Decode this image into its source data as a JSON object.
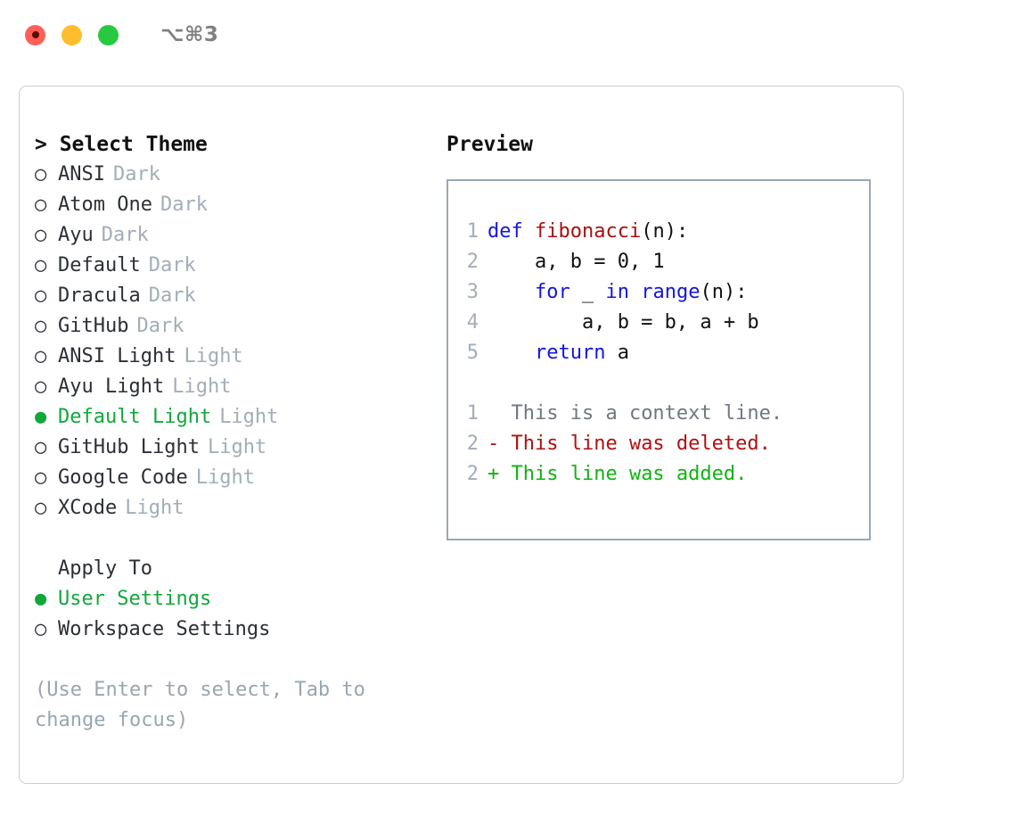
{
  "titlebar": {
    "shortcut": "⌥⌘3",
    "buttons": [
      {
        "name": "close",
        "color": "#ff5f57"
      },
      {
        "name": "minimize",
        "color": "#ffbd2e"
      },
      {
        "name": "maximize",
        "color": "#28c840"
      }
    ]
  },
  "theme_picker": {
    "prompt": "> ",
    "header": "Select Theme",
    "selected_theme": "Default Light",
    "items": [
      {
        "label": "ANSI",
        "tag": "Dark",
        "selected": false
      },
      {
        "label": "Atom One",
        "tag": "Dark",
        "selected": false
      },
      {
        "label": "Ayu",
        "tag": "Dark",
        "selected": false
      },
      {
        "label": "Default",
        "tag": "Dark",
        "selected": false
      },
      {
        "label": "Dracula",
        "tag": "Dark",
        "selected": false
      },
      {
        "label": "GitHub",
        "tag": "Dark",
        "selected": false
      },
      {
        "label": "ANSI Light",
        "tag": "Light",
        "selected": false
      },
      {
        "label": "Ayu Light",
        "tag": "Light",
        "selected": false
      },
      {
        "label": "Default Light",
        "tag": "Light",
        "selected": true
      },
      {
        "label": "GitHub Light",
        "tag": "Light",
        "selected": false
      },
      {
        "label": "Google Code",
        "tag": "Light",
        "selected": false
      },
      {
        "label": "XCode",
        "tag": "Light",
        "selected": false
      }
    ]
  },
  "apply_to": {
    "title": "Apply To",
    "selected_option": "User Settings",
    "options": [
      {
        "label": "User Settings",
        "selected": true
      },
      {
        "label": "Workspace Settings",
        "selected": false
      }
    ]
  },
  "hint": "(Use Enter to select, Tab to change focus)",
  "preview": {
    "title": "Preview",
    "code_lines": [
      {
        "num": "1",
        "tokens": [
          {
            "text": "def ",
            "type": "kw"
          },
          {
            "text": "fibonacci",
            "type": "fn"
          },
          {
            "text": "(n):",
            "type": "plain"
          }
        ]
      },
      {
        "num": "2",
        "tokens": [
          {
            "text": "    a, b = 0, 1",
            "type": "plain"
          }
        ]
      },
      {
        "num": "3",
        "tokens": [
          {
            "text": "    ",
            "type": "plain"
          },
          {
            "text": "for",
            "type": "kw"
          },
          {
            "text": " _ ",
            "type": "plain"
          },
          {
            "text": "in",
            "type": "kw"
          },
          {
            "text": " ",
            "type": "plain"
          },
          {
            "text": "range",
            "type": "kw"
          },
          {
            "text": "(n):",
            "type": "plain"
          }
        ]
      },
      {
        "num": "4",
        "tokens": [
          {
            "text": "        a, b = b, a + b",
            "type": "plain"
          }
        ]
      },
      {
        "num": "5",
        "tokens": [
          {
            "text": "    ",
            "type": "plain"
          },
          {
            "text": "return",
            "type": "kw"
          },
          {
            "text": " a",
            "type": "plain"
          }
        ]
      }
    ],
    "diff_lines": [
      {
        "num": "1",
        "marker": " ",
        "text": " This is a context line.",
        "type": "context"
      },
      {
        "num": "2",
        "marker": "-",
        "text": " This line was deleted.",
        "type": "deleted"
      },
      {
        "num": "2",
        "marker": "+",
        "text": " This line was added.",
        "type": "added"
      }
    ]
  },
  "colors": {
    "accent_green": "#10a83a",
    "muted": "#a3adb9",
    "keyword_blue": "#1414e0",
    "function_red": "#a81010",
    "diff_added": "#12b312",
    "diff_deleted": "#b01010",
    "panel_border": "#9aa8b5"
  }
}
